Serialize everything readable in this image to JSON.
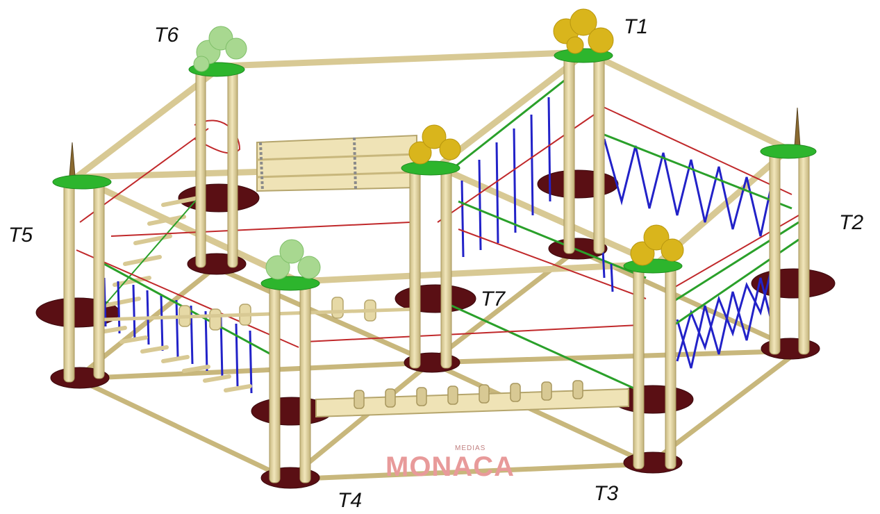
{
  "tower_labels": {
    "t1": "T1",
    "t2": "T2",
    "t3": "T3",
    "t4": "T4",
    "t5": "T5",
    "t6": "T6",
    "t7": "T7"
  },
  "watermark": {
    "brand": "MONACA",
    "sub": "MEDIAS"
  },
  "colors": {
    "wood": "#e6d9a6",
    "wood_edge": "#b5a56c",
    "platform": "#5a0f14",
    "rope_red": "#c0282a",
    "rope_green": "#2aa02a",
    "net_blue": "#2222c8",
    "tree_yellow": "#d9b51c",
    "tree_light_green": "#a8d890",
    "leaf_green": "#2db52d"
  }
}
